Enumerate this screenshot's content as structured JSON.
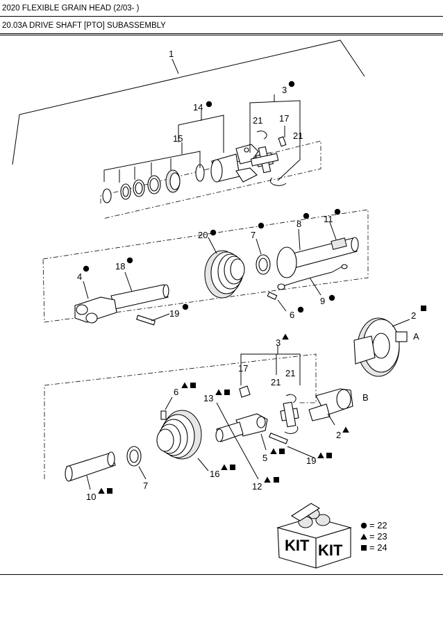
{
  "header": {
    "title": "2020 FLEXIBLE GRAIN HEAD (2/03- )",
    "subtitle": "20.03A DRIVE SHAFT [PTO] SUBASSEMBLY"
  },
  "callouts": {
    "c1": "1",
    "c2a": "2",
    "c2b": "2",
    "c3a": "3",
    "c3b": "3",
    "c4": "4",
    "c5": "5",
    "c6a": "6",
    "c6b": "6",
    "c7a": "7",
    "c7b": "7",
    "c8": "8",
    "c9": "9",
    "c10": "10",
    "c11": "11",
    "c12": "12",
    "c13": "13",
    "c14": "14",
    "c15": "15",
    "c16": "16",
    "c17a": "17",
    "c17b": "17",
    "c18": "18",
    "c19a": "19",
    "c19b": "19",
    "c20": "20",
    "c21a": "21",
    "c21b": "21",
    "c21c": "21",
    "c21d": "21",
    "refA": "A",
    "refB": "B"
  },
  "kit_box": {
    "text_left": "KIT",
    "text_right": "KIT"
  },
  "legend": [
    {
      "symbol": "circle",
      "text": "= 22"
    },
    {
      "symbol": "triangle",
      "text": "= 23"
    },
    {
      "symbol": "square",
      "text": "= 24"
    }
  ]
}
